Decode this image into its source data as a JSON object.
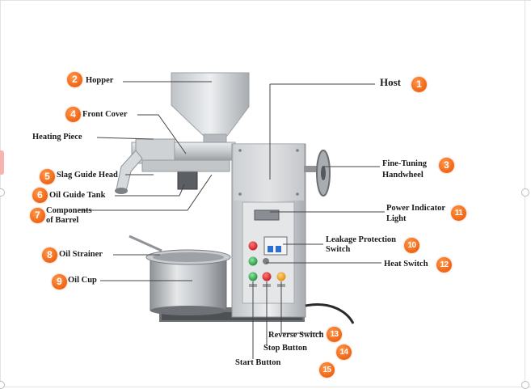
{
  "labels": {
    "hopper": "Hopper",
    "host": "Host",
    "front_cover": "Front Cover",
    "heating_piece": "Heating Piece",
    "fine_tuning_line1": "Fine-Tuning",
    "fine_tuning_line2": "Handwheel",
    "slag_guide_head": "Slag Guide Head",
    "oil_guide_tank": "Oil Guide Tank",
    "components_line1": "Components",
    "components_line2": "of Barrel",
    "power_indicator_line1": "Power Indicator",
    "power_indicator_line2": "Light",
    "leakage_line1": "Leakage Protection",
    "leakage_line2": "Switch",
    "oil_strainer": "Oil Strainer",
    "heat_switch": "Heat Switch",
    "oil_cup": "Oil Cup",
    "reverse_switch": "Reverse Switch",
    "stop_button": "Stop Button",
    "start_button": "Start Button"
  },
  "badges": {
    "hopper": "2",
    "host": "1",
    "front_cover": "4",
    "fine_tuning": "3",
    "slag_guide_head": "5",
    "oil_guide_tank": "6",
    "components": "7",
    "power_indicator": "11",
    "leakage": "10",
    "oil_strainer": "8",
    "heat_switch": "12",
    "oil_cup": "9",
    "reverse_switch": "13",
    "stop_button": "14",
    "start_button": "15"
  },
  "colors": {
    "badge": "#f26a1b",
    "steel_light": "#e2e4e6",
    "steel_dark": "#8e9296",
    "button_red": "#e0242a",
    "button_green": "#2fae4e",
    "button_amber": "#f2a21b"
  }
}
